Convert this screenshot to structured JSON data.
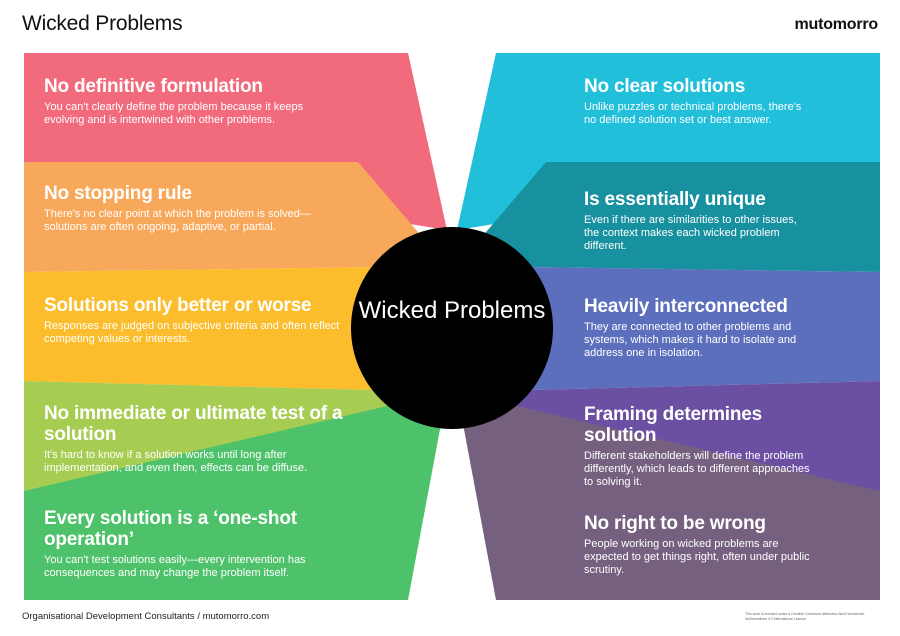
{
  "header": {
    "title": "Wicked Problems",
    "brand": "mutomorro"
  },
  "center": {
    "label": "Wicked Problems"
  },
  "left_items": [
    {
      "title": "No definitive formulation",
      "body": "You can't clearly define the problem because it keeps evolving and is intertwined with other problems.",
      "color": "#f16b7d"
    },
    {
      "title": "No stopping rule",
      "body": "There's no clear point at which the problem is solved—solutions are often ongoing, adaptive, or partial.",
      "color": "#f8a85a"
    },
    {
      "title": "Solutions only better or worse",
      "body": "Responses are judged on subjective criteria and often reflect competing values or interests.",
      "color": "#fbbd2c"
    },
    {
      "title": "No immediate or ultimate test of a solution",
      "body": "It's hard to know if a solution works until long after implementation, and even then, effects can be diffuse.",
      "color": "#a6cd51"
    },
    {
      "title": "Every solution is a ‘one-shot operation’",
      "body": "You can't test solutions easily—every intervention has consequences and may change the problem itself.",
      "color": "#4ec26a"
    }
  ],
  "right_items": [
    {
      "title": "No clear solutions",
      "body": "Unlike puzzles or technical problems, there's no defined solution set or best answer.",
      "color": "#21bfda"
    },
    {
      "title": "Is essentially unique",
      "body": "Even if there are similarities to other issues, the context makes each wicked problem different.",
      "color": "#17909f"
    },
    {
      "title": "Heavily interconnected",
      "body": "They are connected to other problems and systems, which makes it hard to isolate and address one in isolation.",
      "color": "#5c6fbd"
    },
    {
      "title": "Framing determines solution",
      "body": "Different stakeholders will define the problem differently, which leads to different approaches to solving it.",
      "color": "#6a4fa3"
    },
    {
      "title": "No right to be wrong",
      "body": "People working on wicked problems are expected to get things right, often under public scrutiny.",
      "color": "#75607f"
    }
  ],
  "footer": {
    "text": "Organisational Development Consultants / mutomorro.com",
    "license": "This work is licensed under a Creative Commons Attribution-NonCommercial-NoDerivatives 4.0 International License."
  }
}
